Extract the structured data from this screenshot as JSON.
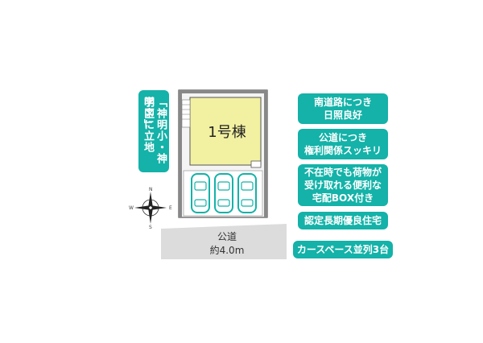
{
  "school_zone": {
    "line1": "「神明小・神明中」",
    "line2": "学区に立地"
  },
  "house": {
    "label": "1号棟"
  },
  "road": {
    "line1": "公道",
    "line2": "約4.0m"
  },
  "compass": {
    "n": "N",
    "s": "S",
    "e": "E",
    "w": "W"
  },
  "features": [
    {
      "line1": "南道路につき",
      "line2": "日照良好"
    },
    {
      "line1": "公道につき",
      "line2": "権利関係スッキリ"
    },
    {
      "line1": "不在時でも荷物が",
      "line2": "受け取れる便利な",
      "line3": "宅配BOX付き"
    },
    {
      "line1": "認定長期優良住宅"
    },
    {
      "line1": "カースペース並列3台"
    }
  ],
  "colors": {
    "accent": "#14b2a8",
    "house_fill": "#f2f1a2",
    "lot_fill": "#ffffff",
    "road_fill": "#d9d9d9"
  }
}
